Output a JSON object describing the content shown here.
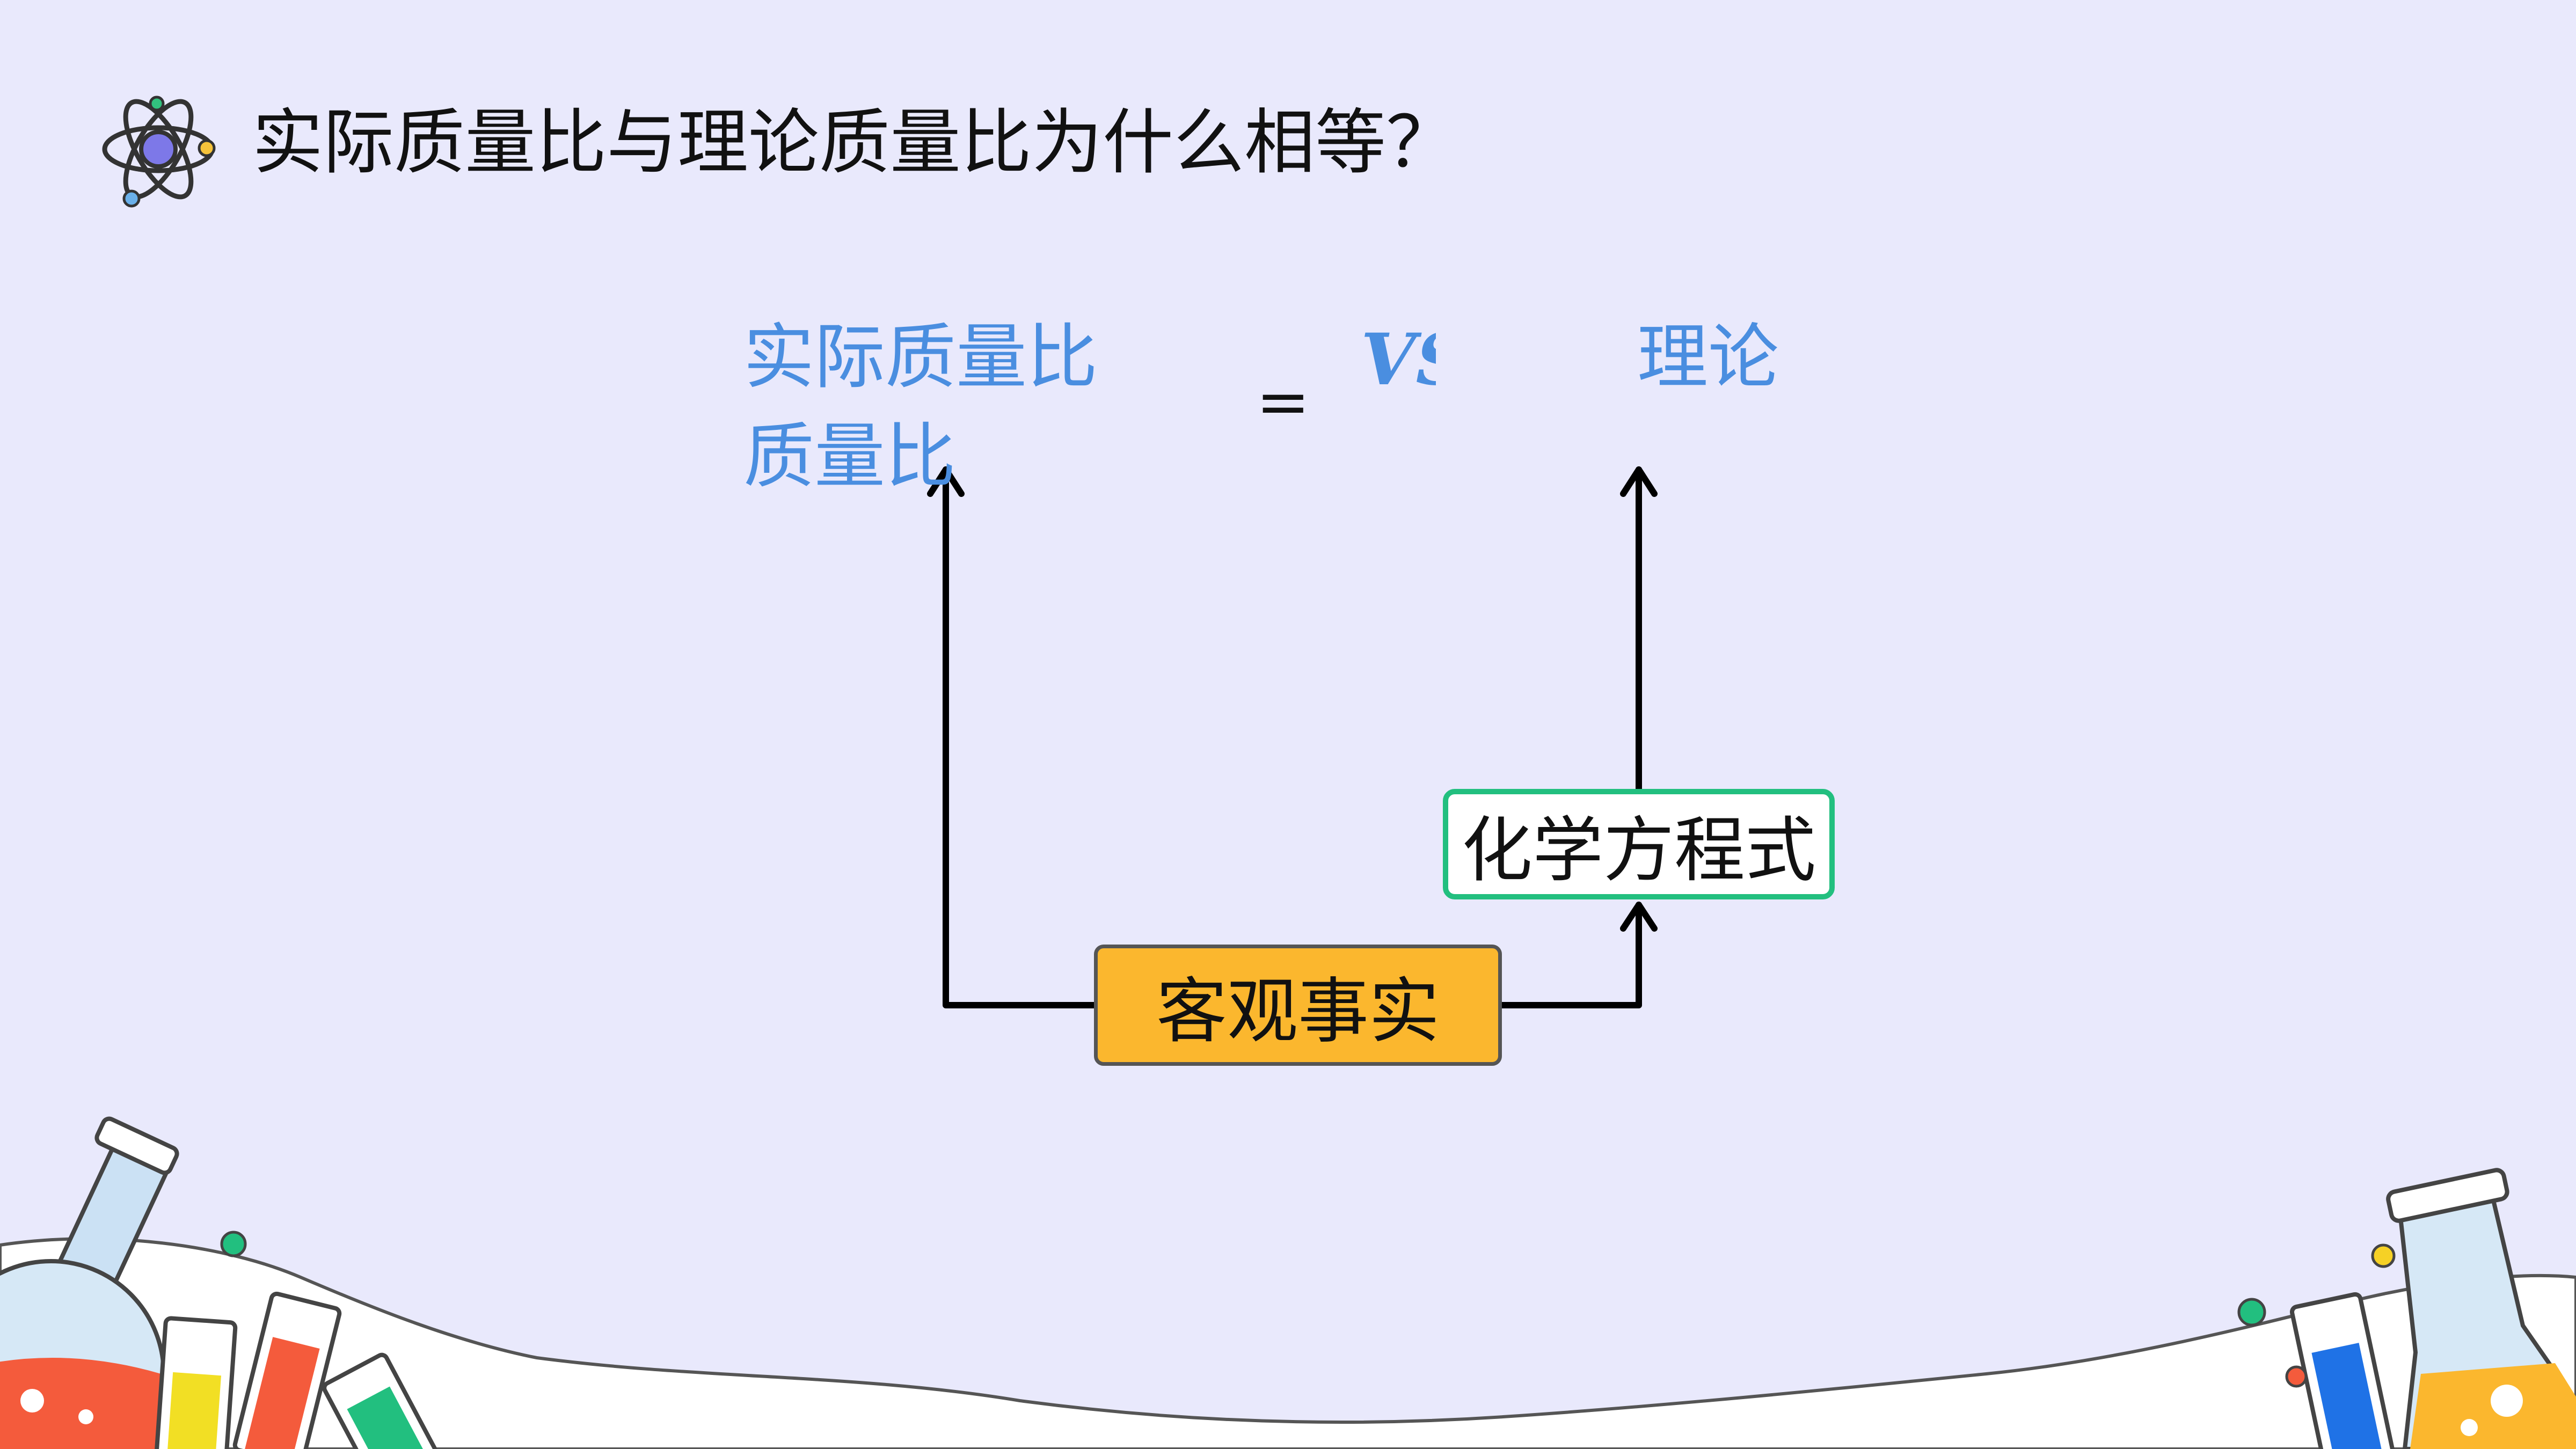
{
  "slide": {
    "title": "实际质量比与理论质量比为什么相等？"
  },
  "diagram": {
    "actual_line1": "实际质量比",
    "actual_line2": "质量比",
    "equals": "=",
    "vs": "VS",
    "theory": "理论",
    "fact_box_label": "客观事实",
    "equation_box_label": "化学方程式"
  },
  "colors": {
    "background": "#e9e9fc",
    "blue_text": "#4a8ee0",
    "fact_box_fill": "#fbb72e",
    "equation_box_border": "#22bf7f",
    "arrow": "#000000"
  },
  "icons": {
    "title_icon": "atom-icon",
    "decorations": [
      "round-flask-icon",
      "test-tube-icon",
      "conical-flask-icon"
    ]
  }
}
